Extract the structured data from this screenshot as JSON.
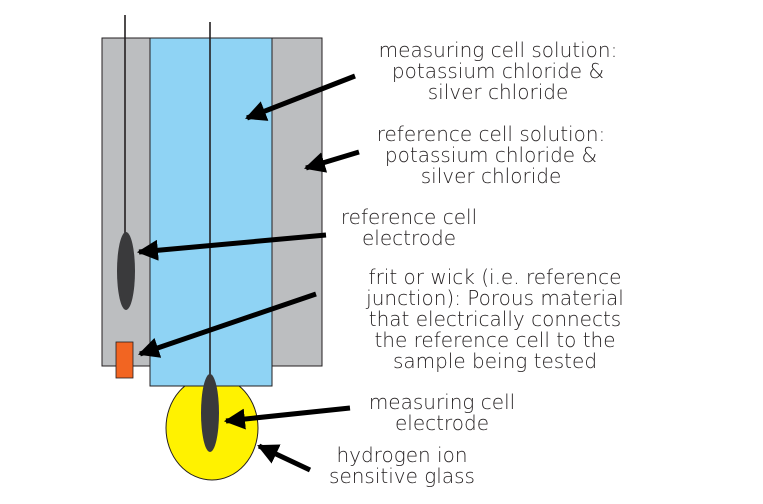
{
  "labels": {
    "measuring_solution": [
      "measuring cell solution:",
      "potassium chloride &",
      "silver chloride"
    ],
    "reference_solution": [
      "reference cell solution:",
      "potassium chloride &",
      "silver chloride"
    ],
    "reference_electrode": [
      "reference cell",
      "electrode"
    ],
    "frit": [
      "frit or wick (i.e. reference",
      "junction): Porous material",
      "that electrically connects",
      "the reference cell to the",
      "sample being tested"
    ],
    "measuring_electrode": [
      "measuring cell",
      "electrode"
    ],
    "glass": [
      "hydrogen ion",
      "sensitive glass"
    ]
  },
  "colors": {
    "outer_tube": "#bcbec0",
    "inner_tube": "#8fd3f4",
    "glass_bulb": "#fff200",
    "electrode": "#3a3a3c",
    "frit": "#f26522",
    "outline": "#231f20"
  }
}
